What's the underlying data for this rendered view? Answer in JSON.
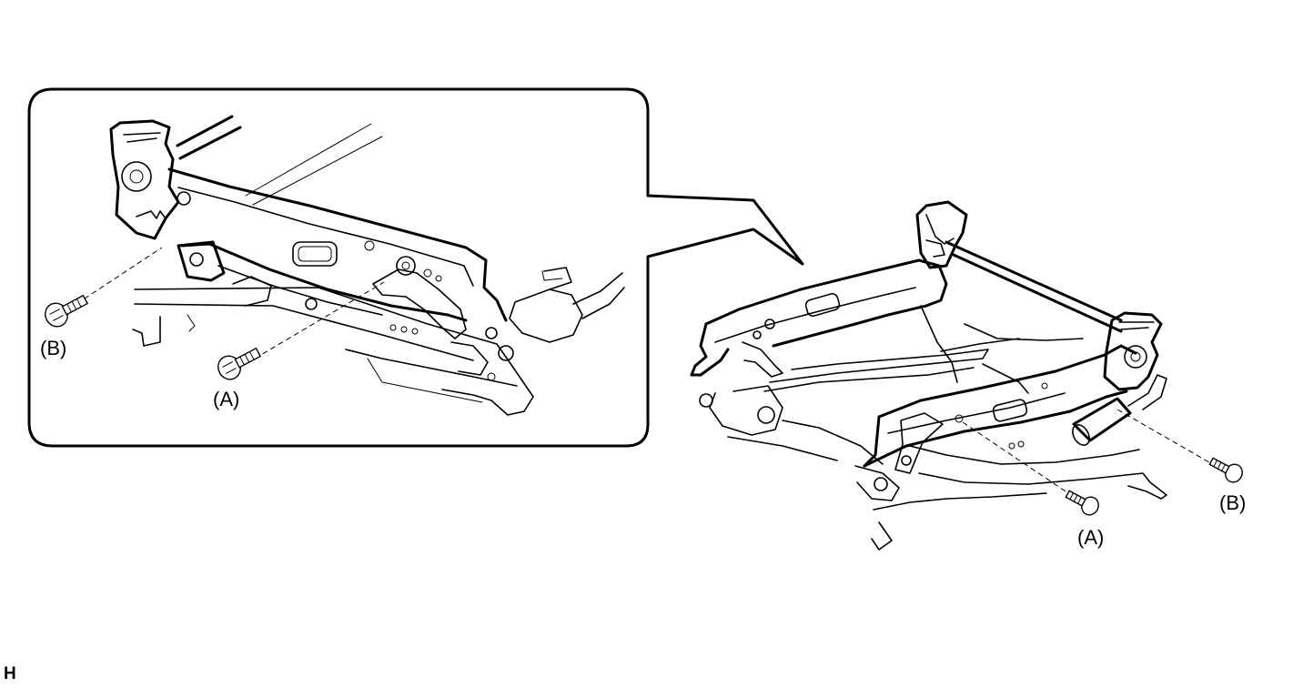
{
  "labels": {
    "detail_b": "(B)",
    "detail_a": "(A)",
    "main_b": "(B)",
    "main_a": "(A)"
  },
  "footer": {
    "page_code": "H"
  },
  "icons": {
    "bolt": "bolt-icon"
  }
}
